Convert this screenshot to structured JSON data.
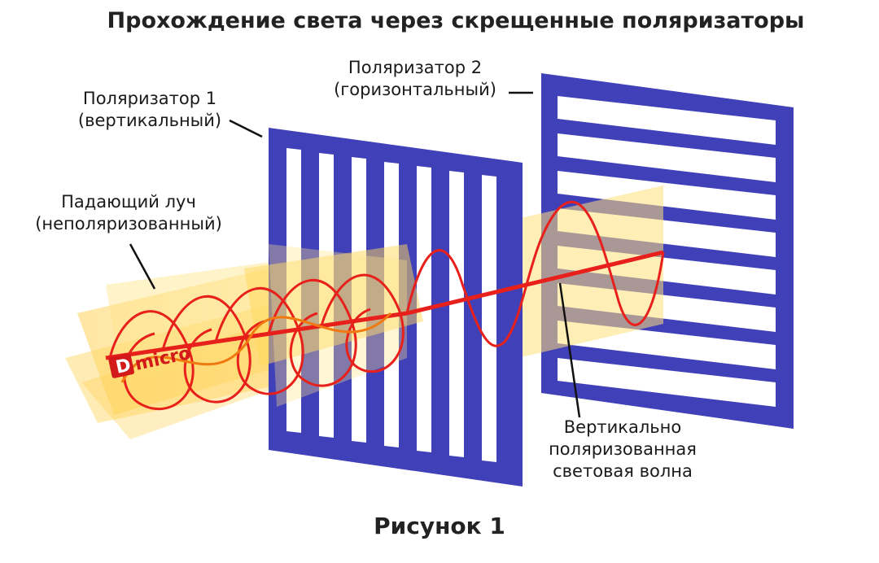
{
  "title": "Прохождение света через скрещенные поляризаторы",
  "labels": {
    "polarizer1": {
      "line1": "Поляризатор 1",
      "line2": "(вертикальный)"
    },
    "polarizer2": {
      "line1": "Поляризатор 2",
      "line2": "(горизонтальный)"
    },
    "incident": {
      "line1": "Падающий луч",
      "line2": "(неполяризованный)"
    },
    "wave": {
      "line1": "Вертикально",
      "line2": "поляризованная",
      "line3": "световая волна"
    }
  },
  "logo": {
    "letter": "D",
    "text": "micro"
  },
  "caption": "Рисунок 1",
  "colors": {
    "polarizer": "#4040b8",
    "beam": "#ffd75a",
    "wave": "#e8201c",
    "logo": "#d21a1a"
  }
}
